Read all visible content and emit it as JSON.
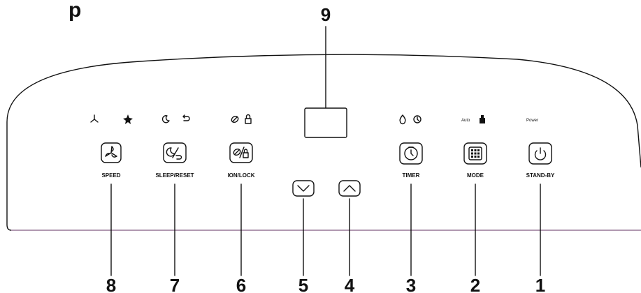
{
  "heading": "p",
  "panel": {
    "display_number": "9",
    "indicators": {
      "auto_label": "Auto",
      "power_label": "Power"
    },
    "buttons": [
      {
        "label": "SPEED",
        "number": "8",
        "icon": "fan-icon"
      },
      {
        "label": "SLEEP/RESET",
        "number": "7",
        "icon": "sleep-reset-icon"
      },
      {
        "label": "ION/LOCK",
        "number": "6",
        "icon": "ion-lock-icon"
      },
      {
        "label": "",
        "number": "5",
        "icon": "chevron-down-icon"
      },
      {
        "label": "",
        "number": "4",
        "icon": "chevron-up-icon"
      },
      {
        "label": "TIMER",
        "number": "3",
        "icon": "timer-icon"
      },
      {
        "label": "MODE",
        "number": "2",
        "icon": "mode-grid-icon"
      },
      {
        "label": "STAND-BY",
        "number": "1",
        "icon": "power-icon"
      }
    ]
  },
  "colors": {
    "panel_outline": "#111111",
    "panel_bottom_edge": "#c8a2c8"
  }
}
